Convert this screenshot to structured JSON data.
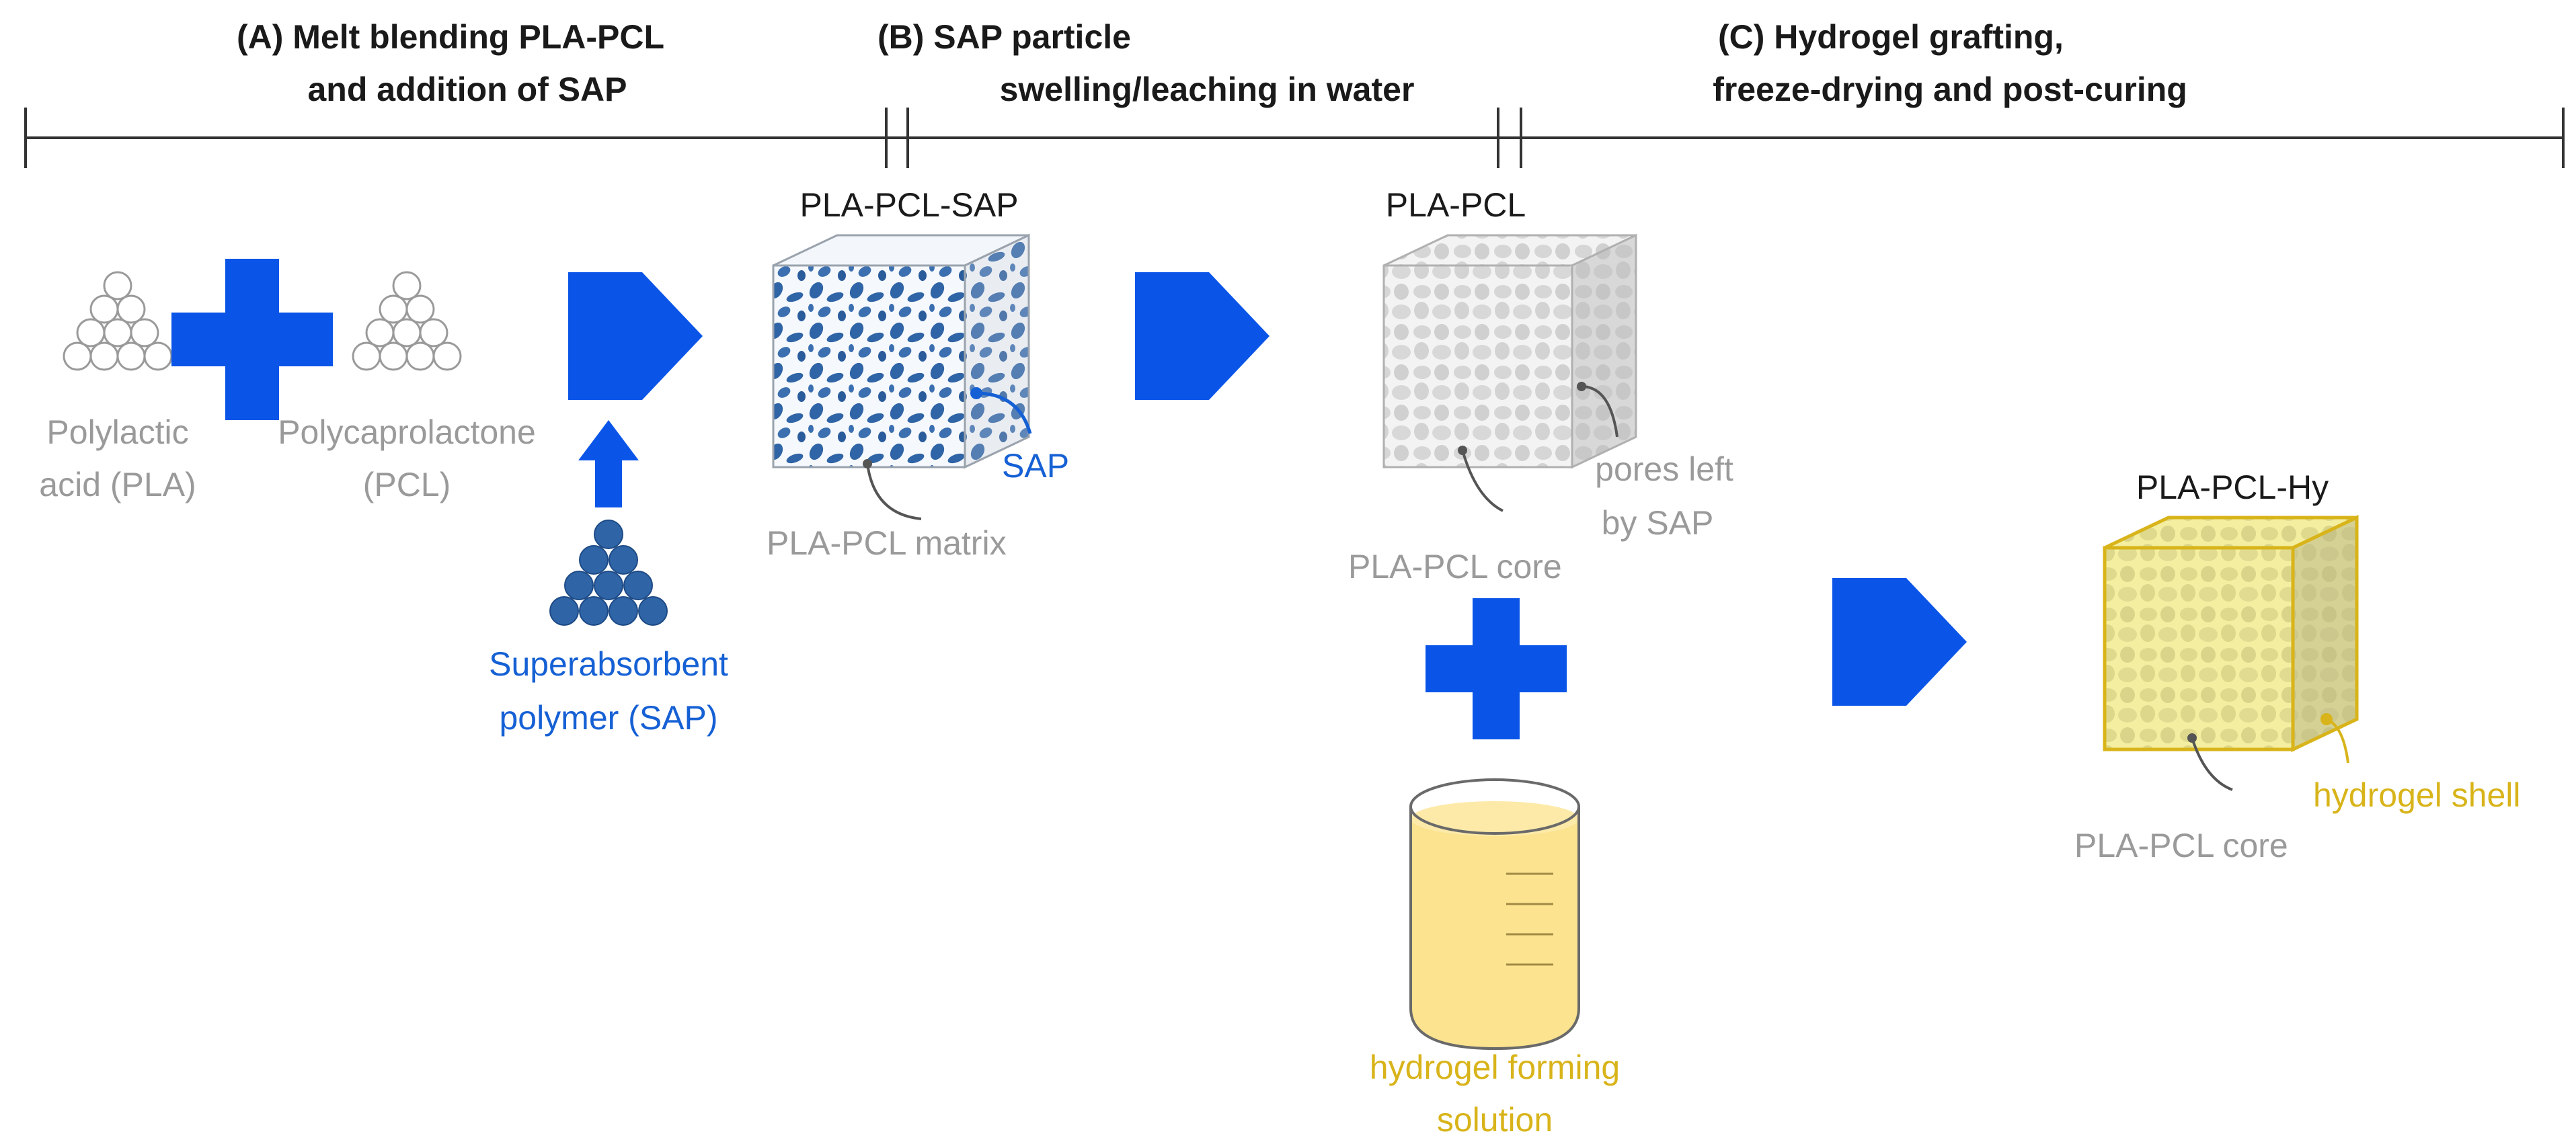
{
  "stages": [
    {
      "id": "A",
      "heading": [
        "(A) Melt blending PLA-PCL",
        "and addition of SAP"
      ]
    },
    {
      "id": "B",
      "heading": [
        "(B) SAP particle",
        "swelling/leaching in water"
      ]
    },
    {
      "id": "C",
      "heading": [
        "(C) Hydrogel grafting,",
        "freeze-drying and post-curing"
      ]
    }
  ],
  "inputs": {
    "pla": [
      "Polylactic",
      "acid (PLA)"
    ],
    "pcl": [
      "Polycaprolactone",
      "(PCL)"
    ],
    "sap": [
      "Superabsorbent",
      "polymer (SAP)"
    ]
  },
  "cubes": {
    "sap_blend": {
      "title": "PLA-PCL-SAP",
      "label_matrix": "PLA-PCL matrix",
      "label_sap": "SAP"
    },
    "porous": {
      "title": "PLA-PCL",
      "label_core": "PLA-PCL core",
      "label_pores": [
        "pores left",
        "by SAP"
      ]
    },
    "hydrogel": {
      "title": "PLA-PCL-Hy",
      "label_core": "PLA-PCL core",
      "label_shell": "hydrogel shell"
    }
  },
  "beaker": {
    "label": [
      "hydrogel forming",
      "solution"
    ]
  },
  "colors": {
    "accent_blue": "#0a55e8",
    "sap_blue": "#2f64a6",
    "label_blue": "#1560d4",
    "grey_text": "#9a9a9a",
    "hydrogel_gold": "#d8b41a",
    "hydrogel_fill": "#f0ec9a",
    "solution_fill": "#fbe38f"
  },
  "icons": [
    "plus-icon",
    "arrow-right-icon",
    "arrow-up-icon",
    "particle-pile-icon",
    "beaker-icon"
  ]
}
